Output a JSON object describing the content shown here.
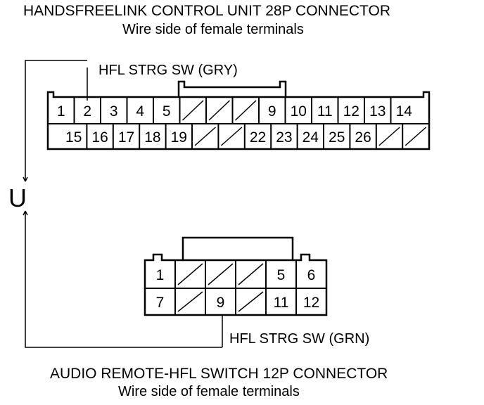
{
  "top_connector": {
    "title": "HANDSFREELINK CONTROL UNIT 28P CONNECTOR",
    "subtitle": "Wire side of female terminals",
    "row1": [
      "1",
      "2",
      "3",
      "4",
      "5",
      "",
      "",
      "",
      "9",
      "10",
      "11",
      "12",
      "13",
      "14"
    ],
    "row2": [
      "15",
      "16",
      "17",
      "18",
      "19",
      "",
      "",
      "22",
      "23",
      "24",
      "25",
      "26",
      "",
      ""
    ],
    "wire_label": "HFL STRG SW (GRY)"
  },
  "bottom_connector": {
    "title": "AUDIO REMOTE-HFL SWITCH 12P CONNECTOR",
    "subtitle": "Wire side of female terminals",
    "row1": [
      "1",
      "",
      "",
      "",
      "5",
      "6"
    ],
    "row2": [
      "7",
      "",
      "9",
      "",
      "11",
      "12"
    ],
    "wire_label": "HFL STRG SW (GRN)"
  },
  "continuity_symbol": "U"
}
